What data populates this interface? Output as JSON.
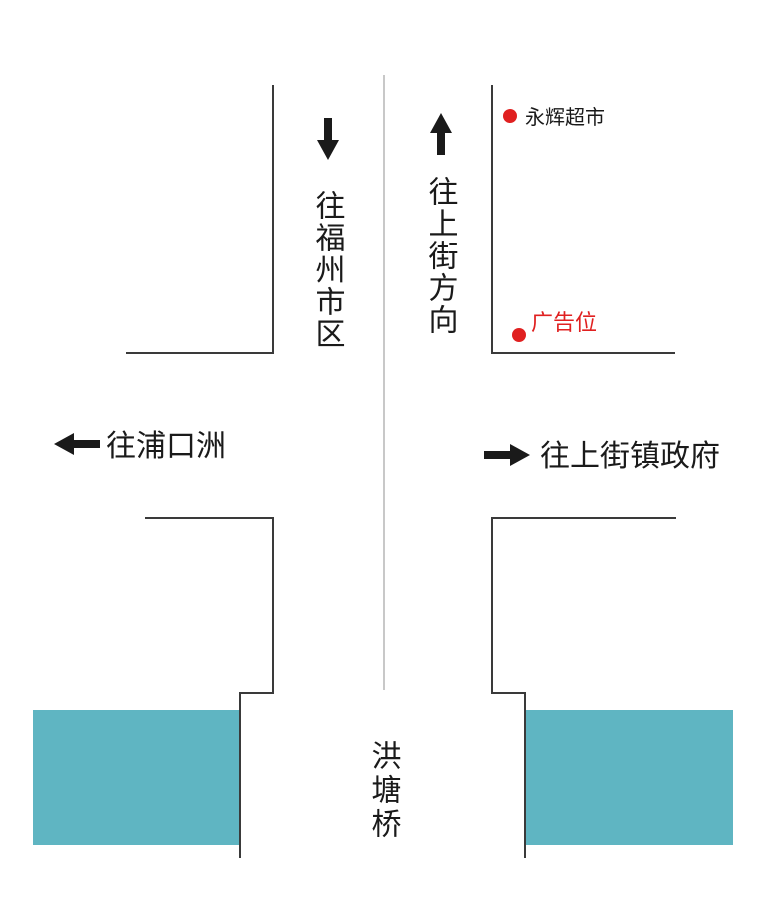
{
  "map": {
    "directions": {
      "south": "往福州市区",
      "north": "往上街方向",
      "west": "往浦口洲",
      "east": "往上街镇政府"
    },
    "bridge": "洪塘桥",
    "pois": {
      "supermarket": "永辉超市",
      "ad_spot": "广告位"
    },
    "colors": {
      "water": "#5fb5c2",
      "poi": "#e02020",
      "road": "#3a3a3a"
    },
    "icons": [
      "arrow-down-icon",
      "arrow-up-icon",
      "arrow-left-icon",
      "arrow-right-icon",
      "location-dot-icon"
    ]
  }
}
